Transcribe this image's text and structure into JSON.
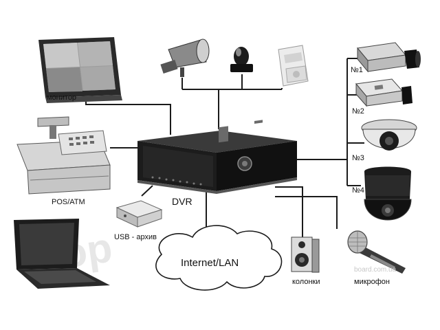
{
  "labels": {
    "monitor": "монитор",
    "pos": "POS/ATM",
    "usb": "USB - архив",
    "dvr": "DVR",
    "network": "Internet/LAN",
    "speakers": "колонки",
    "microphone": "микрофон",
    "cam1": "№1",
    "cam2": "№2",
    "cam3": "№3",
    "cam4": "№4"
  },
  "watermark": {
    "site": "board.com.ua",
    "brand": "shop"
  },
  "colors": {
    "line": "#1a1a1a",
    "device_dark": "#1c1c1c",
    "device_light": "#e6e6e6",
    "watermark": "#d8d8d8"
  }
}
